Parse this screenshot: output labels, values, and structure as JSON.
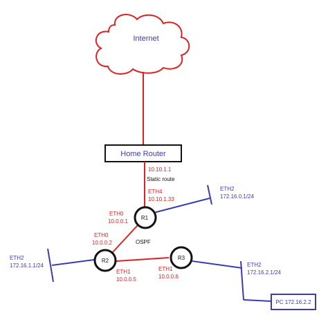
{
  "diagram": {
    "cloud_label": "Internet",
    "home_router_label": "Home Router",
    "routers": {
      "r1": "R1",
      "r2": "R2",
      "r3": "R3"
    },
    "pc_label": "PC 172.16.2.2",
    "labels": {
      "home_router_ip": "10.10.1.1",
      "static_route": "Static route",
      "r1_eth4_name": "ETH4",
      "r1_eth4_ip": "10.10.1.33",
      "r1_eth2_name": "ETH2",
      "r1_eth2_net": "172.16.0.1/24",
      "r1_eth0_name": "ETH0",
      "r1_eth0_ip": "10.0.0.1",
      "r2_eth0_name": "ETH0",
      "r2_eth0_ip": "10.0.0.2",
      "ospf": "OSPF",
      "r2_eth2_name": "ETH2",
      "r2_eth2_net": "172.16.1.1/24",
      "r2_eth1_name": "ETH1",
      "r2_eth1_ip": "10.0.0.5",
      "r3_eth1_name": "ETH1",
      "r3_eth1_ip": "10.0.0.6",
      "r3_eth2_name": "ETH2",
      "r3_eth2_net": "172.16.2.1/24"
    },
    "colors": {
      "red": "#e02020",
      "blue": "#3a3ab8",
      "black": "#111111"
    }
  }
}
